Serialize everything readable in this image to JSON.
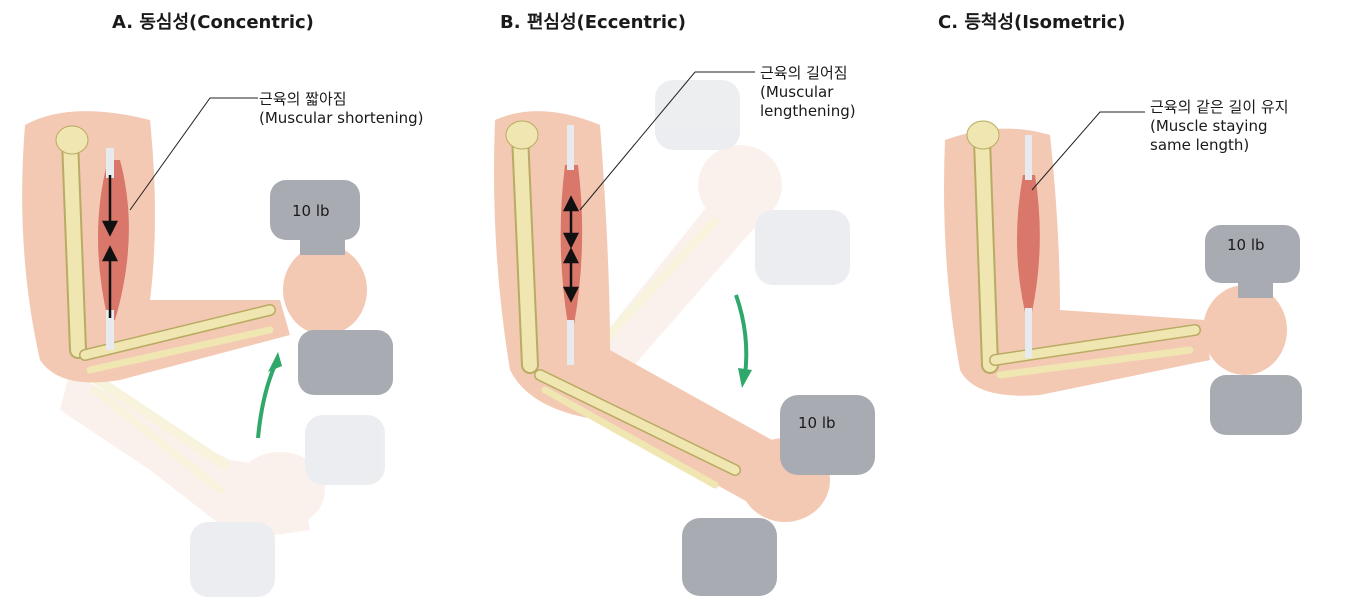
{
  "panels": [
    {
      "title": "A. 동심성(Concentric)",
      "label_ko": "근육의 짧아짐",
      "label_en": [
        "(Muscular shortening)"
      ],
      "weight": "10 lb"
    },
    {
      "title": "B. 편심성(Eccentric)",
      "label_ko": "근육의 길어짐",
      "label_en": [
        "(Muscular",
        "lengthening)"
      ],
      "weight": "10 lb"
    },
    {
      "title": "C. 등척성(Isometric)",
      "label_ko": "근육의 같은 길이 유지",
      "label_en": [
        "(Muscle staying",
        "same length)"
      ],
      "weight": "10 lb"
    }
  ],
  "colors": {
    "skin": "#f3c9b4",
    "skin_light": "#f8e2d6",
    "bone": "#efe6b2",
    "bone_outline": "#b9ab62",
    "muscle": "#d9786a",
    "dumbbell": "#a9abb3",
    "dumbbell_light": "#d7d9de",
    "arrow_green": "#2fa86a"
  },
  "icons": [
    "dumbbell-icon",
    "curved-arrow-up-icon",
    "curved-arrow-down-icon",
    "double-arrow-icon"
  ]
}
